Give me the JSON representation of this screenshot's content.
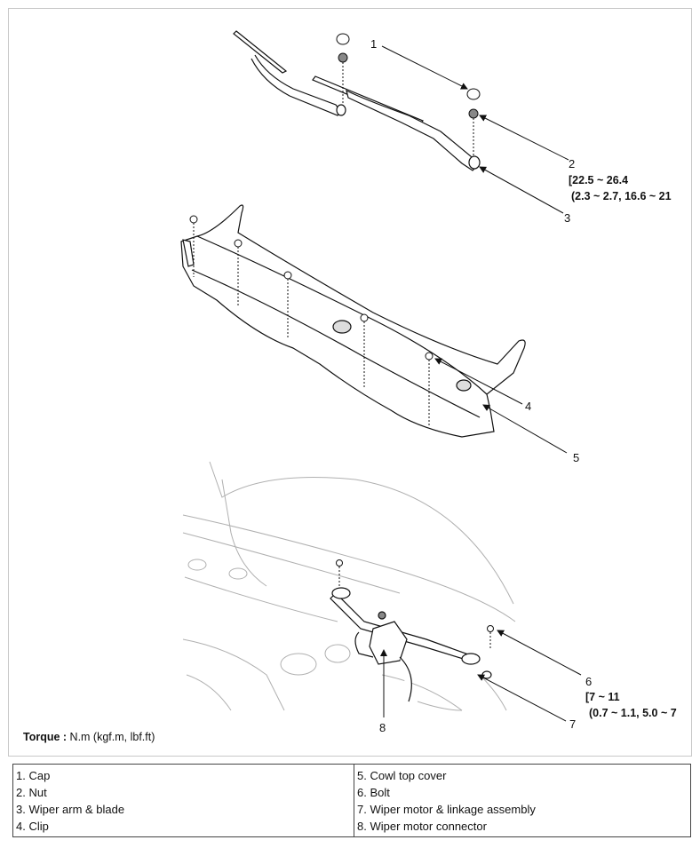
{
  "callouts": {
    "c1": "1",
    "c2": "2",
    "c3": "3",
    "c4": "4",
    "c5": "5",
    "c6": "6",
    "c7": "7",
    "c8": "8"
  },
  "torque_specs": {
    "nut_line1": "[22.5 ~ 26.4",
    "nut_line2": "(2.3 ~ 2.7, 16.6 ~ 21",
    "bolt_line1": "[7 ~ 11",
    "bolt_line2": "(0.7 ~ 1.1, 5.0 ~ 7"
  },
  "torque_note": {
    "label": "Torque :",
    "units": " N.m (kgf.m, lbf.ft)"
  },
  "legend": {
    "left": [
      "1. Cap",
      "2. Nut",
      "3. Wiper arm & blade",
      "4. Clip"
    ],
    "right": [
      "5. Cowl top cover",
      "6. Bolt",
      "7. Wiper motor & linkage assembly",
      "8. Wiper motor connector"
    ]
  }
}
